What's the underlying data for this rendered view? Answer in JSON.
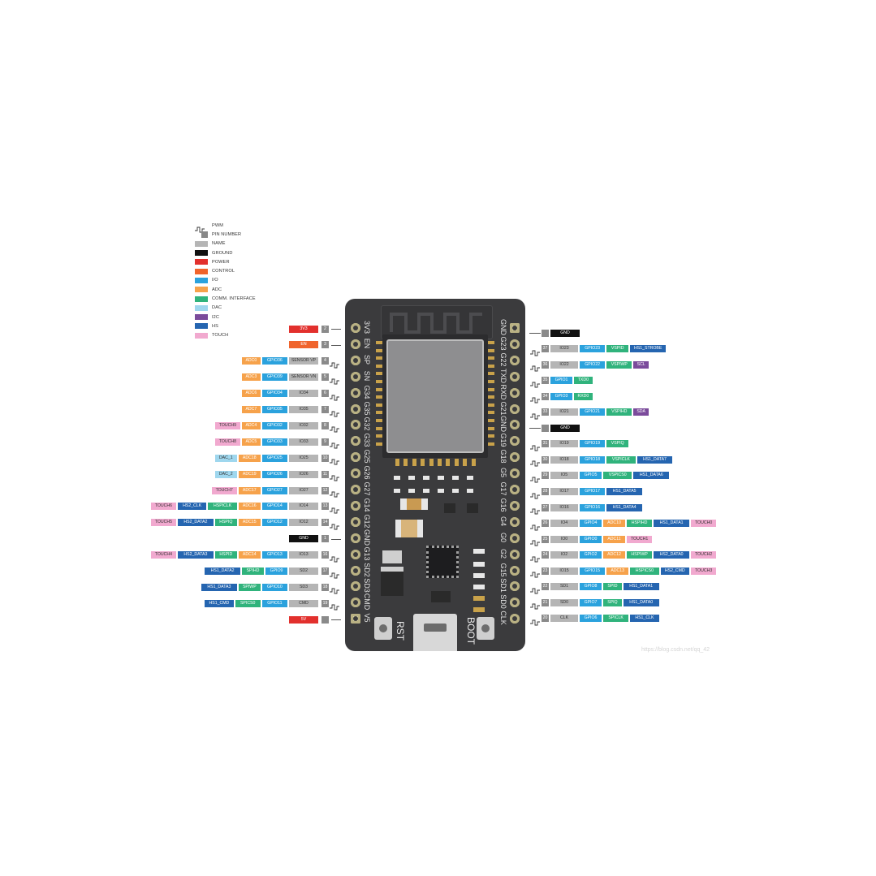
{
  "legend": [
    {
      "label": "PWM",
      "kind": "pwm"
    },
    {
      "label": "PIN NUMBER",
      "kind": "pin",
      "color": "#8a8a8a"
    },
    {
      "label": "NAME",
      "color": "#b5b5b5"
    },
    {
      "label": "GROUND",
      "color": "#111111"
    },
    {
      "label": "POWER",
      "color": "#e2302d"
    },
    {
      "label": "CONTROL",
      "color": "#f0642c"
    },
    {
      "label": "I/O",
      "color": "#2ba2dd"
    },
    {
      "label": "ADC",
      "color": "#f6a24b"
    },
    {
      "label": "COMM. INTERFACE",
      "color": "#30b37c"
    },
    {
      "label": "DAC",
      "color": "#9fd7ee"
    },
    {
      "label": "I2C",
      "color": "#7b4b9b"
    },
    {
      "label": "HS",
      "color": "#2565b0"
    },
    {
      "label": "TOUCH",
      "color": "#f1a9cf"
    }
  ],
  "colors": {
    "name": "#b5b5b5",
    "ground": "#111111",
    "power": "#e2302d",
    "control": "#f0642c",
    "io": "#2ba2dd",
    "adc": "#f6a24b",
    "comm": "#30b37c",
    "dac": "#9fd7ee",
    "i2c": "#7b4b9b",
    "hs": "#2565b0",
    "touch": "#f1a9cf",
    "pin": "#8a8a8a"
  },
  "board": {
    "left_pins": [
      "3V3",
      "EN",
      "SP",
      "SN",
      "G34",
      "G35",
      "G32",
      "G33",
      "G25",
      "G26",
      "G27",
      "G14",
      "G12",
      "GND",
      "G13",
      "SD2",
      "SD3",
      "CMD",
      "V5"
    ],
    "right_pins": [
      "GND",
      "G23",
      "G22",
      "TXD",
      "RXD",
      "G21",
      "GND",
      "G19",
      "G18",
      "G5",
      "G17",
      "G16",
      "G4",
      "G0",
      "G2",
      "G15",
      "SD1",
      "SD0",
      "CLK"
    ],
    "buttons": {
      "rst": "RST",
      "boot": "BOOT"
    }
  },
  "left_rows": [
    {
      "pin": "2",
      "pwm": false,
      "tags": [
        {
          "t": "3V3",
          "c": "power"
        }
      ]
    },
    {
      "pin": "3",
      "pwm": false,
      "tags": [
        {
          "t": "EN",
          "c": "control"
        }
      ]
    },
    {
      "pin": "4",
      "pwm": true,
      "tags": [
        {
          "t": "ADC0",
          "c": "adc"
        },
        {
          "t": "GPIO36",
          "c": "io"
        },
        {
          "t": "SENSOR VP",
          "c": "name"
        }
      ]
    },
    {
      "pin": "5",
      "pwm": true,
      "tags": [
        {
          "t": "ADC3",
          "c": "adc"
        },
        {
          "t": "GPIO39",
          "c": "io"
        },
        {
          "t": "SENSOR VN",
          "c": "name"
        }
      ]
    },
    {
      "pin": "6",
      "pwm": true,
      "tags": [
        {
          "t": "ADC6",
          "c": "adc"
        },
        {
          "t": "GPIO34",
          "c": "io"
        },
        {
          "t": "IO34",
          "c": "name"
        }
      ]
    },
    {
      "pin": "7",
      "pwm": true,
      "tags": [
        {
          "t": "ADC7",
          "c": "adc"
        },
        {
          "t": "GPIO35",
          "c": "io"
        },
        {
          "t": "IO35",
          "c": "name"
        }
      ]
    },
    {
      "pin": "8",
      "pwm": true,
      "tags": [
        {
          "t": "TOUCH9",
          "c": "touch"
        },
        {
          "t": "ADC4",
          "c": "adc"
        },
        {
          "t": "GPIO32",
          "c": "io"
        },
        {
          "t": "IO32",
          "c": "name"
        }
      ]
    },
    {
      "pin": "9",
      "pwm": true,
      "tags": [
        {
          "t": "TOUCH8",
          "c": "touch"
        },
        {
          "t": "ADC5",
          "c": "adc"
        },
        {
          "t": "GPIO33",
          "c": "io"
        },
        {
          "t": "IO33",
          "c": "name"
        }
      ]
    },
    {
      "pin": "10",
      "pwm": true,
      "tags": [
        {
          "t": "DAC_1",
          "c": "dac"
        },
        {
          "t": "ADC18",
          "c": "adc"
        },
        {
          "t": "GPIO25",
          "c": "io"
        },
        {
          "t": "IO25",
          "c": "name"
        }
      ]
    },
    {
      "pin": "11",
      "pwm": true,
      "tags": [
        {
          "t": "DAC_2",
          "c": "dac"
        },
        {
          "t": "ADC19",
          "c": "adc"
        },
        {
          "t": "GPIO26",
          "c": "io"
        },
        {
          "t": "IO26",
          "c": "name"
        }
      ]
    },
    {
      "pin": "12",
      "pwm": true,
      "tags": [
        {
          "t": "TOUCH7",
          "c": "touch"
        },
        {
          "t": "ADC17",
          "c": "adc"
        },
        {
          "t": "GPIO27",
          "c": "io"
        },
        {
          "t": "IO27",
          "c": "name"
        }
      ]
    },
    {
      "pin": "13",
      "pwm": true,
      "tags": [
        {
          "t": "TOUCH6",
          "c": "touch"
        },
        {
          "t": "HS2_CLK",
          "c": "hs"
        },
        {
          "t": "HSPICLK",
          "c": "comm"
        },
        {
          "t": "ADC16",
          "c": "adc"
        },
        {
          "t": "GPIO14",
          "c": "io"
        },
        {
          "t": "IO14",
          "c": "name"
        }
      ]
    },
    {
      "pin": "14",
      "pwm": true,
      "tags": [
        {
          "t": "TOUCH5",
          "c": "touch"
        },
        {
          "t": "HS2_DATA2",
          "c": "hs"
        },
        {
          "t": "HSPIQ",
          "c": "comm"
        },
        {
          "t": "ADC15",
          "c": "adc"
        },
        {
          "t": "GPIO12",
          "c": "io"
        },
        {
          "t": "IO12",
          "c": "name"
        }
      ]
    },
    {
      "pin": "1",
      "pwm": false,
      "tags": [
        {
          "t": "GND",
          "c": "ground"
        }
      ]
    },
    {
      "pin": "16",
      "pwm": true,
      "tags": [
        {
          "t": "TOUCH4",
          "c": "touch"
        },
        {
          "t": "HS2_DATA3",
          "c": "hs"
        },
        {
          "t": "HSPID",
          "c": "comm"
        },
        {
          "t": "ADC14",
          "c": "adc"
        },
        {
          "t": "GPIO13",
          "c": "io"
        },
        {
          "t": "IO13",
          "c": "name"
        }
      ]
    },
    {
      "pin": "17",
      "pwm": true,
      "tags": [
        {
          "t": "HS1_DATA2",
          "c": "hs"
        },
        {
          "t": "SPIHD",
          "c": "comm"
        },
        {
          "t": "GPIO9",
          "c": "io"
        },
        {
          "t": "SD2",
          "c": "name"
        }
      ]
    },
    {
      "pin": "18",
      "pwm": true,
      "tags": [
        {
          "t": "HS1_DATA3",
          "c": "hs"
        },
        {
          "t": "SPIWP",
          "c": "comm"
        },
        {
          "t": "GPIO10",
          "c": "io"
        },
        {
          "t": "SD3",
          "c": "name"
        }
      ]
    },
    {
      "pin": "19",
      "pwm": true,
      "tags": [
        {
          "t": "HS1_CMD",
          "c": "hs"
        },
        {
          "t": "SPICS0",
          "c": "comm"
        },
        {
          "t": "GPIO11",
          "c": "io"
        },
        {
          "t": "CMD",
          "c": "name"
        }
      ]
    },
    {
      "pin": "",
      "pwm": false,
      "tags": [
        {
          "t": "5V",
          "c": "power"
        }
      ]
    }
  ],
  "right_rows": [
    {
      "pin": "",
      "pwm": false,
      "tags": [
        {
          "t": "GND",
          "c": "ground"
        }
      ]
    },
    {
      "pin": "37",
      "pwm": true,
      "tags": [
        {
          "t": "IO23",
          "c": "name"
        },
        {
          "t": "GPIO23",
          "c": "io"
        },
        {
          "t": "VSPID",
          "c": "comm"
        },
        {
          "t": "HS1_STROBE",
          "c": "hs"
        }
      ]
    },
    {
      "pin": "36",
      "pwm": true,
      "tags": [
        {
          "t": "IO22",
          "c": "name"
        },
        {
          "t": "GPIO22",
          "c": "io"
        },
        {
          "t": "VSPIWP",
          "c": "comm"
        },
        {
          "t": "SCL",
          "c": "i2c"
        }
      ]
    },
    {
      "pin": "35",
      "pwm": true,
      "tags": [
        {
          "t": "GPIO1",
          "c": "io"
        },
        {
          "t": "TXD0",
          "c": "comm"
        }
      ]
    },
    {
      "pin": "34",
      "pwm": true,
      "tags": [
        {
          "t": "GPIO3",
          "c": "io"
        },
        {
          "t": "RXD0",
          "c": "comm"
        }
      ]
    },
    {
      "pin": "33",
      "pwm": true,
      "tags": [
        {
          "t": "IO21",
          "c": "name"
        },
        {
          "t": "GPIO21",
          "c": "io"
        },
        {
          "t": "VSPIHD",
          "c": "comm"
        },
        {
          "t": "SDA",
          "c": "i2c"
        }
      ]
    },
    {
      "pin": "",
      "pwm": false,
      "tags": [
        {
          "t": "GND",
          "c": "ground"
        }
      ]
    },
    {
      "pin": "31",
      "pwm": true,
      "tags": [
        {
          "t": "IO19",
          "c": "name"
        },
        {
          "t": "GPIO19",
          "c": "io"
        },
        {
          "t": "VSPIQ",
          "c": "comm"
        }
      ]
    },
    {
      "pin": "30",
      "pwm": true,
      "tags": [
        {
          "t": "IO18",
          "c": "name"
        },
        {
          "t": "GPIO18",
          "c": "io"
        },
        {
          "t": "VSPICLK",
          "c": "comm"
        },
        {
          "t": "HS1_DATA7",
          "c": "hs"
        }
      ]
    },
    {
      "pin": "29",
      "pwm": true,
      "tags": [
        {
          "t": "IO5",
          "c": "name"
        },
        {
          "t": "GPIO5",
          "c": "io"
        },
        {
          "t": "VSPICS0",
          "c": "comm"
        },
        {
          "t": "HS1_DATA6",
          "c": "hs"
        }
      ]
    },
    {
      "pin": "28",
      "pwm": true,
      "tags": [
        {
          "t": "IO17",
          "c": "name"
        },
        {
          "t": "GPIO17",
          "c": "io"
        },
        {
          "t": "HS1_DATA5",
          "c": "hs"
        }
      ]
    },
    {
      "pin": "27",
      "pwm": true,
      "tags": [
        {
          "t": "IO16",
          "c": "name"
        },
        {
          "t": "GPIO16",
          "c": "io"
        },
        {
          "t": "HS1_DATA4",
          "c": "hs"
        }
      ]
    },
    {
      "pin": "26",
      "pwm": true,
      "tags": [
        {
          "t": "IO4",
          "c": "name"
        },
        {
          "t": "GPIO4",
          "c": "io"
        },
        {
          "t": "ADC10",
          "c": "adc"
        },
        {
          "t": "HSPIHD",
          "c": "comm"
        },
        {
          "t": "HS1_DATA1",
          "c": "hs"
        },
        {
          "t": "TOUCH0",
          "c": "touch"
        }
      ]
    },
    {
      "pin": "25",
      "pwm": true,
      "tags": [
        {
          "t": "IO0",
          "c": "name"
        },
        {
          "t": "GPIO0",
          "c": "io"
        },
        {
          "t": "ADC11",
          "c": "adc"
        },
        {
          "t": "TOUCH1",
          "c": "touch"
        }
      ]
    },
    {
      "pin": "24",
      "pwm": true,
      "tags": [
        {
          "t": "IO2",
          "c": "name"
        },
        {
          "t": "GPIO2",
          "c": "io"
        },
        {
          "t": "ADC12",
          "c": "adc"
        },
        {
          "t": "HSPIWP",
          "c": "comm"
        },
        {
          "t": "HS2_DATA0",
          "c": "hs"
        },
        {
          "t": "TOUCH2",
          "c": "touch"
        }
      ]
    },
    {
      "pin": "23",
      "pwm": true,
      "tags": [
        {
          "t": "IO15",
          "c": "name"
        },
        {
          "t": "GPIO15",
          "c": "io"
        },
        {
          "t": "ADC13",
          "c": "adc"
        },
        {
          "t": "HSPICS0",
          "c": "comm"
        },
        {
          "t": "HS2_CMD",
          "c": "hs"
        },
        {
          "t": "TOUCH3",
          "c": "touch"
        }
      ]
    },
    {
      "pin": "22",
      "pwm": true,
      "tags": [
        {
          "t": "SD1",
          "c": "name"
        },
        {
          "t": "GPIO8",
          "c": "io"
        },
        {
          "t": "SPID",
          "c": "comm"
        },
        {
          "t": "HS1_DATA1",
          "c": "hs"
        }
      ]
    },
    {
      "pin": "21",
      "pwm": true,
      "tags": [
        {
          "t": "SD0",
          "c": "name"
        },
        {
          "t": "GPIO7",
          "c": "io"
        },
        {
          "t": "SPIQ",
          "c": "comm"
        },
        {
          "t": "HS1_DATA0",
          "c": "hs"
        }
      ]
    },
    {
      "pin": "20",
      "pwm": true,
      "tags": [
        {
          "t": "CLK",
          "c": "name"
        },
        {
          "t": "GPIO6",
          "c": "io"
        },
        {
          "t": "SPICLK",
          "c": "comm"
        },
        {
          "t": "HS1_CLK",
          "c": "hs"
        }
      ]
    }
  ],
  "watermark": "https://blog.csdn.net/qq_42"
}
